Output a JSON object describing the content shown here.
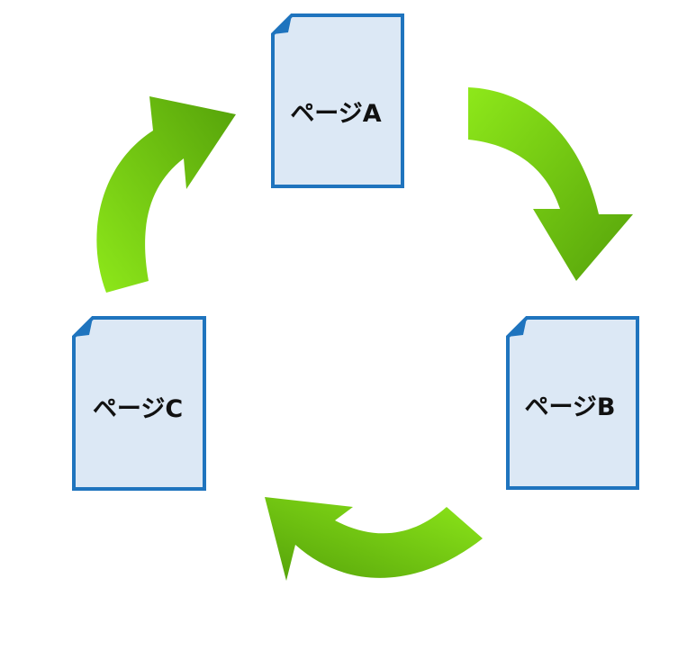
{
  "pages": [
    {
      "id": "a",
      "label": "ページA"
    },
    {
      "id": "b",
      "label": "ページB"
    },
    {
      "id": "c",
      "label": "ページC"
    }
  ],
  "colors": {
    "page_fill": "#dce8f5",
    "page_border": "#1f74be",
    "arrow_light": "#8ee81a",
    "arrow_dark": "#55a20a"
  },
  "icons": {
    "page": "document-icon",
    "arrow": "curved-arrow-icon"
  }
}
